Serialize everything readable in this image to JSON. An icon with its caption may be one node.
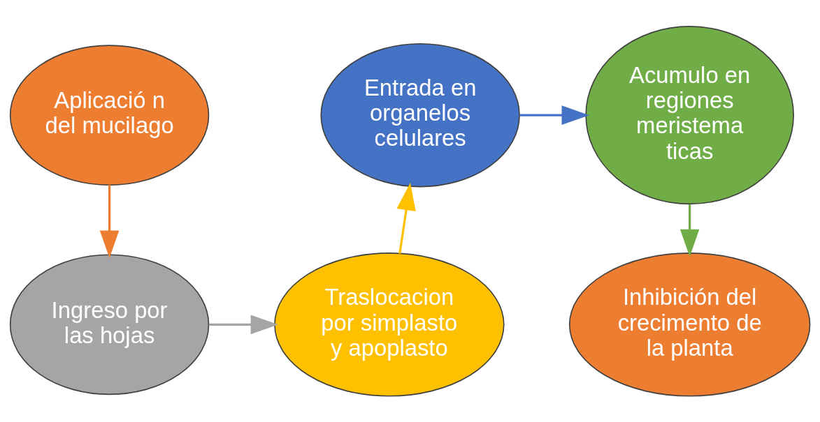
{
  "diagram": {
    "nodes": [
      {
        "text": [
          "Aplicació n del mucilago"
        ]
      },
      {
        "text": [
          "Ingreso por las hojas"
        ]
      },
      {
        "text": [
          "Traslocacion por simplasto y apoplasto"
        ]
      },
      {
        "text": [
          "Entrada en organelos celulares"
        ]
      },
      {
        "text": [
          "Acumulo en regiones meristema ticas"
        ]
      },
      {
        "text": [
          "Inhibición del crecimento de la planta"
        ]
      }
    ],
    "edges": [
      {
        "from": 0,
        "to": 1,
        "arrow": "to",
        "color": "#ed7d31"
      },
      {
        "from": 1,
        "to": 2,
        "arrow": "to",
        "color": "#a5a5a5"
      },
      {
        "from": 2,
        "to": 3,
        "arrow": "to",
        "color": "#ffc000"
      },
      {
        "from": 3,
        "to": 4,
        "arrow": "to",
        "color": "#4472c4"
      },
      {
        "from": 4,
        "to": 5,
        "arrow": "to",
        "color": "#70ad47"
      }
    ]
  }
}
